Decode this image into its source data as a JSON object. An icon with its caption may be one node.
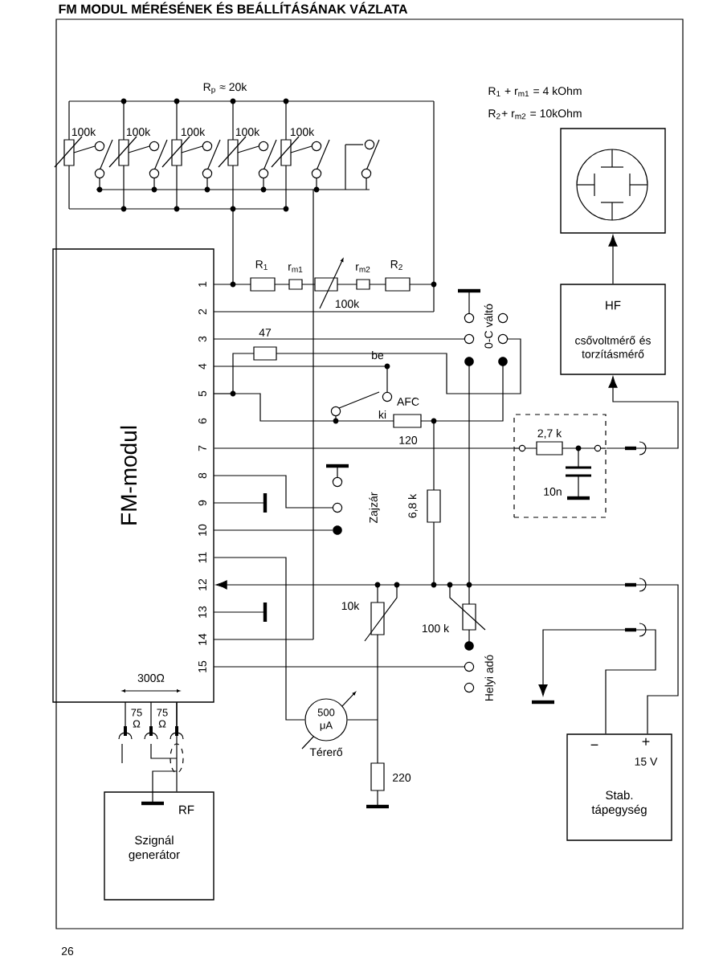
{
  "diagram": {
    "title": "FM MODUL MÉRÉSÉNEK ÉS BEÁLLÍTÁSÁNAK VÁZLATA",
    "nodes": [
      {
        "text": [
          "FM-modul"
        ]
      },
      {
        "text": [],
        "shape": "box"
      },
      {
        "text": [
          "HF",
          "csővoltmérő és torzításmérő"
        ]
      },
      {
        "text": [],
        "shape": "box"
      },
      {
        "text": [
          "500 μA"
        ],
        "beside": [
          "Térerő"
        ]
      },
      {
        "text": [
          "RF",
          "Szignál generátor"
        ]
      },
      {
        "text": [
          "Stab. tápegység"
        ]
      }
    ],
    "edges": [
      {
        "from": 2,
        "to": 1,
        "arrow": "to"
      },
      {
        "from": 0,
        "to": 3,
        "arrow": "none"
      },
      {
        "from": 3,
        "to": 2,
        "arrow": "to"
      },
      {
        "from": 6,
        "to": 0,
        "arrow": "to"
      },
      {
        "from": 6,
        "to": null,
        "arrow": "to"
      },
      {
        "from": 5,
        "to": 0,
        "arrow": "none"
      },
      {
        "from": 0,
        "to": 4,
        "arrow": "none"
      },
      {
        "from": 4,
        "to": null,
        "arrow": "none"
      }
    ],
    "labels": [
      "R$_{p}$ ≈ 20k",
      "R$_{1}$ + r$_{m1}$ = 4 kOhm",
      "R$_{2}$+ r$_{m2}$ = 10kOhm",
      "100k",
      "100k",
      "100k",
      "100k",
      "100k",
      "R$_{1}$",
      "r$_{m1}$",
      "r$_{m2}$",
      "R$_{2}$",
      "100k",
      "1",
      "2",
      "3",
      "4",
      "5",
      "6",
      "7",
      "8",
      "9",
      "10",
      "11",
      "12",
      "13",
      "14",
      "15",
      "0-C váltó",
      "47",
      "be",
      "AFC",
      "ki",
      "120",
      "2,7 k",
      "10n",
      "Zajzár",
      "6,8 k",
      "10k",
      "100 k",
      "Helyi adó",
      "300Ω",
      "75 Ω",
      "75 Ω",
      "220",
      "−",
      "+",
      "15 V",
      "26"
    ]
  }
}
